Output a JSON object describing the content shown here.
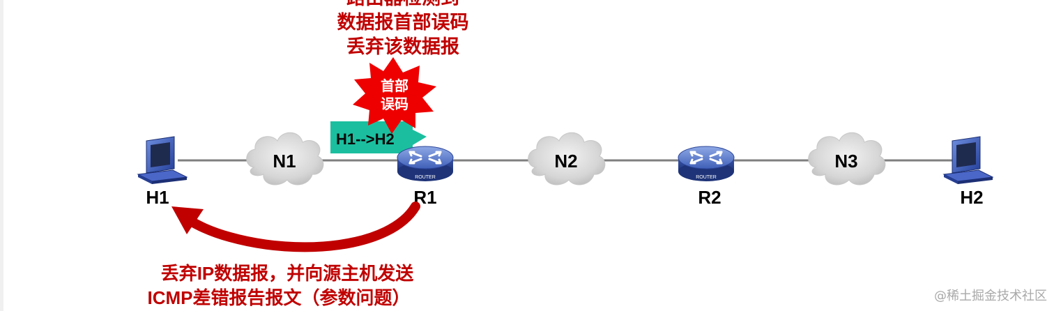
{
  "top_note": {
    "line1": "路由器检测到",
    "line2": "数据报首部误码",
    "line3": "丢弃该数据报"
  },
  "burst": {
    "line1": "首部",
    "line2": "误码",
    "color": "#ee0000"
  },
  "packet": {
    "label": "H1-->H2",
    "color": "#1bbf9f"
  },
  "nodes": {
    "h1": "H1",
    "n1": "N1",
    "r1": "R1",
    "n2": "N2",
    "r2": "R2",
    "n3": "N3",
    "h2": "H2"
  },
  "router_badge": "ROUTER",
  "bottom_note": {
    "line1": "丢弃IP数据报，并向源主机发送",
    "line2": "ICMP差错报告报文（参数问题）"
  },
  "colors": {
    "red_text": "#c00000",
    "arrow": "#c00000",
    "line": "#7f7f7f"
  },
  "watermark": "@稀土掘金技术社区"
}
